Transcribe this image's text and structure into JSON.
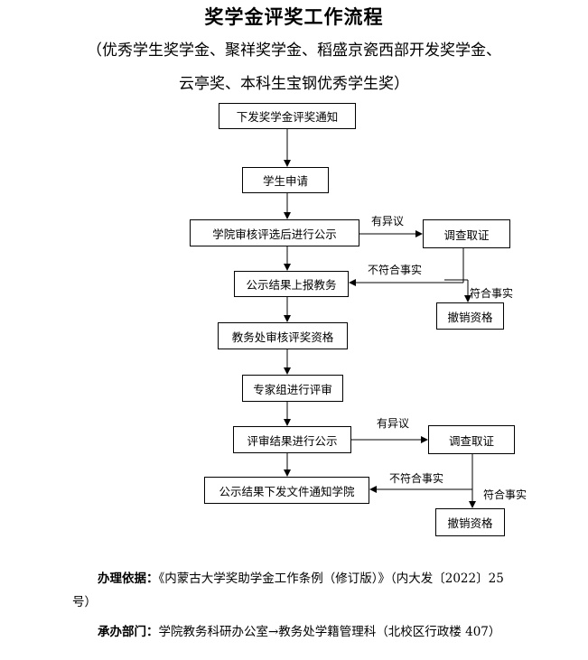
{
  "title": "奖学金评奖工作流程",
  "subtitle_line1": "（优秀学生奖学金、聚祥奖学金、稻盛京瓷西部开发奖学金、",
  "subtitle_line2": "云亭奖、本科生宝钢优秀学生奖）",
  "nodes": {
    "notice": "下发奖学金评奖通知",
    "apply": "学生申请",
    "college_review": "学院审核评选后进行公示",
    "investigate1": "调查取证",
    "report": "公示结果上报教务",
    "revoke1": "撤销资格",
    "academic_review": "教务处审核评奖资格",
    "expert_review": "专家组进行评审",
    "result_publicity": "评审结果进行公示",
    "investigate2": "调查取证",
    "final_notice": "公示结果下发文件通知学院",
    "revoke2": "撤销资格"
  },
  "edge_labels": {
    "objection1": "有异议",
    "not_fact1": "不符合事实",
    "fact1": "符合事实",
    "objection2": "有异议",
    "not_fact2": "不符合事实",
    "fact2": "符合事实"
  },
  "footer": {
    "basis_label": "办理依据：",
    "basis_text": "《内蒙古大学奖助学金工作条例（修订版）》（内大发〔2022〕25",
    "basis_text_cont": "号）",
    "dept_label": "承办部门：",
    "dept_text": "学院教务科研办公室→教务处学籍管理科（北校区行政楼 407）"
  }
}
